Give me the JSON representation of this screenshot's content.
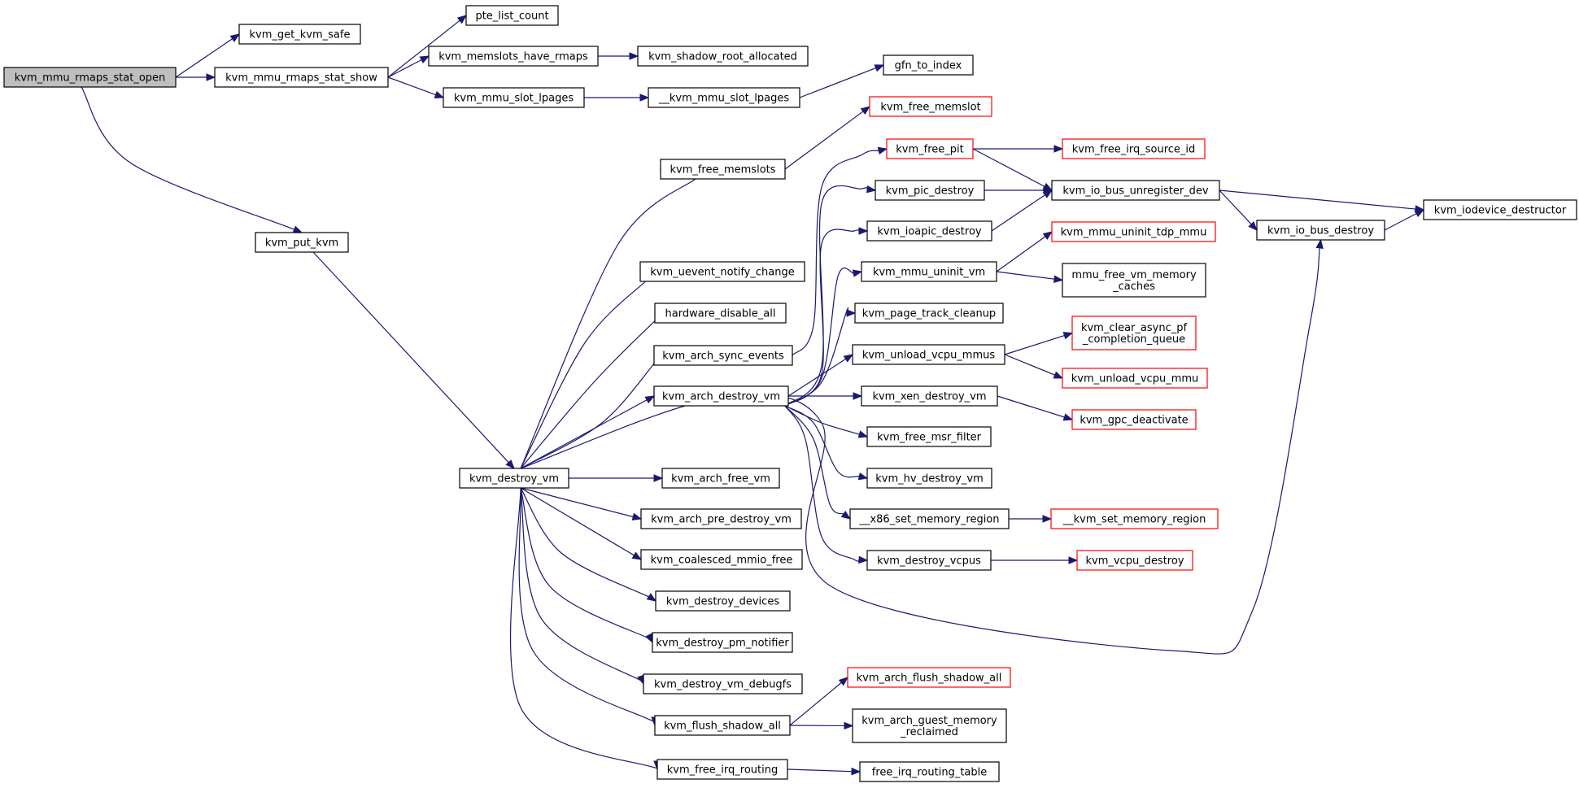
{
  "colors": {
    "edge": "#191970",
    "node_border": "#000000",
    "truncated_border": "#ff0000",
    "root_fill": "#bfbfbf"
  },
  "nodes": {
    "open": {
      "label": [
        "kvm_mmu_rmaps_stat_open"
      ],
      "style": "root"
    },
    "gks": {
      "label": [
        "kvm_get_kvm_safe"
      ]
    },
    "show": {
      "label": [
        "kvm_mmu_rmaps_stat_show"
      ]
    },
    "ptelc": {
      "label": [
        "pte_list_count"
      ]
    },
    "mhr": {
      "label": [
        "kvm_memslots_have_rmaps"
      ]
    },
    "sra": {
      "label": [
        "kvm_shadow_root_allocated"
      ]
    },
    "msl": {
      "label": [
        "kvm_mmu_slot_lpages"
      ]
    },
    "umsl": {
      "label": [
        "__kvm_mmu_slot_lpages"
      ]
    },
    "gfn": {
      "label": [
        "gfn_to_index"
      ]
    },
    "put": {
      "label": [
        "kvm_put_kvm"
      ]
    },
    "dvm": {
      "label": [
        "kvm_destroy_vm"
      ]
    },
    "fms": {
      "label": [
        "kvm_free_memslots"
      ]
    },
    "fm": {
      "label": [
        "kvm_free_memslot"
      ],
      "style": "trunc"
    },
    "une": {
      "label": [
        "kvm_uevent_notify_change"
      ]
    },
    "hda": {
      "label": [
        "hardware_disable_all"
      ]
    },
    "ase": {
      "label": [
        "kvm_arch_sync_events"
      ]
    },
    "adv": {
      "label": [
        "kvm_arch_destroy_vm"
      ]
    },
    "afv": {
      "label": [
        "kvm_arch_free_vm"
      ]
    },
    "apd": {
      "label": [
        "kvm_arch_pre_destroy_vm"
      ]
    },
    "cmf": {
      "label": [
        "kvm_coalesced_mmio_free"
      ]
    },
    "dd": {
      "label": [
        "kvm_destroy_devices"
      ]
    },
    "dpn": {
      "label": [
        "kvm_destroy_pm_notifier"
      ]
    },
    "dvd": {
      "label": [
        "kvm_destroy_vm_debugfs"
      ]
    },
    "fsa": {
      "label": [
        "kvm_flush_shadow_all"
      ]
    },
    "fir": {
      "label": [
        "kvm_free_irq_routing"
      ]
    },
    "fpit": {
      "label": [
        "kvm_free_pit"
      ],
      "style": "trunc"
    },
    "fisi": {
      "label": [
        "kvm_free_irq_source_id"
      ],
      "style": "trunc"
    },
    "picd": {
      "label": [
        "kvm_pic_destroy"
      ]
    },
    "iobud": {
      "label": [
        "kvm_io_bus_unregister_dev"
      ]
    },
    "iod": {
      "label": [
        "kvm_iodevice_destructor"
      ]
    },
    "ioad": {
      "label": [
        "kvm_ioapic_destroy"
      ]
    },
    "iobd": {
      "label": [
        "kvm_io_bus_destroy"
      ]
    },
    "mmuuv": {
      "label": [
        "kvm_mmu_uninit_vm"
      ]
    },
    "mutdp": {
      "label": [
        "kvm_mmu_uninit_tdp_mmu"
      ],
      "style": "trunc"
    },
    "mfvm": {
      "label": [
        "mmu_free_vm_memory",
        "_caches"
      ]
    },
    "ptc": {
      "label": [
        "kvm_page_track_cleanup"
      ]
    },
    "uvm": {
      "label": [
        "kvm_unload_vcpu_mmus"
      ]
    },
    "capf": {
      "label": [
        "kvm_clear_async_pf",
        "_completion_queue"
      ],
      "style": "trunc"
    },
    "uvmu": {
      "label": [
        "kvm_unload_vcpu_mmu"
      ],
      "style": "trunc"
    },
    "xdv": {
      "label": [
        "kvm_xen_destroy_vm"
      ]
    },
    "gpcd": {
      "label": [
        "kvm_gpc_deactivate"
      ],
      "style": "trunc"
    },
    "fmf": {
      "label": [
        "kvm_free_msr_filter"
      ]
    },
    "hvd": {
      "label": [
        "kvm_hv_destroy_vm"
      ]
    },
    "x86s": {
      "label": [
        "__x86_set_memory_region"
      ]
    },
    "ksmr": {
      "label": [
        "__kvm_set_memory_region"
      ],
      "style": "trunc"
    },
    "dvc": {
      "label": [
        "kvm_destroy_vcpus"
      ]
    },
    "vcd": {
      "label": [
        "kvm_vcpu_destroy"
      ],
      "style": "trunc"
    },
    "afsa": {
      "label": [
        "kvm_arch_flush_shadow_all"
      ],
      "style": "trunc"
    },
    "agmr": {
      "label": [
        "kvm_arch_guest_memory",
        "_reclaimed"
      ]
    },
    "firt": {
      "label": [
        "free_irq_routing_table"
      ]
    }
  },
  "edges": [
    [
      "open",
      "gks"
    ],
    [
      "open",
      "show"
    ],
    [
      "open",
      "put"
    ],
    [
      "show",
      "ptelc"
    ],
    [
      "show",
      "mhr"
    ],
    [
      "show",
      "msl"
    ],
    [
      "mhr",
      "sra"
    ],
    [
      "msl",
      "umsl"
    ],
    [
      "umsl",
      "gfn"
    ],
    [
      "put",
      "dvm"
    ],
    [
      "dvm",
      "fms"
    ],
    [
      "dvm",
      "une"
    ],
    [
      "dvm",
      "hda"
    ],
    [
      "dvm",
      "ase"
    ],
    [
      "dvm",
      "adv"
    ],
    [
      "dvm",
      "afv"
    ],
    [
      "dvm",
      "apd"
    ],
    [
      "dvm",
      "cmf"
    ],
    [
      "dvm",
      "dd"
    ],
    [
      "dvm",
      "dpn"
    ],
    [
      "dvm",
      "dvd"
    ],
    [
      "dvm",
      "fsa"
    ],
    [
      "dvm",
      "fir"
    ],
    [
      "dvm",
      "iobd"
    ],
    [
      "fms",
      "fm"
    ],
    [
      "ase",
      "fpit"
    ],
    [
      "fpit",
      "fisi"
    ],
    [
      "fpit",
      "iobud"
    ],
    [
      "picd",
      "iobud"
    ],
    [
      "ioad",
      "iobud"
    ],
    [
      "iobud",
      "iobd"
    ],
    [
      "iobud",
      "iod"
    ],
    [
      "iobd",
      "iod"
    ],
    [
      "adv",
      "picd"
    ],
    [
      "adv",
      "ioad"
    ],
    [
      "adv",
      "mmuuv"
    ],
    [
      "adv",
      "ptc"
    ],
    [
      "adv",
      "uvm"
    ],
    [
      "adv",
      "xdv"
    ],
    [
      "adv",
      "fmf"
    ],
    [
      "adv",
      "hvd"
    ],
    [
      "adv",
      "x86s"
    ],
    [
      "adv",
      "dvc"
    ],
    [
      "mmuuv",
      "mutdp"
    ],
    [
      "mmuuv",
      "mfvm"
    ],
    [
      "uvm",
      "capf"
    ],
    [
      "uvm",
      "uvmu"
    ],
    [
      "xdv",
      "gpcd"
    ],
    [
      "x86s",
      "ksmr"
    ],
    [
      "dvc",
      "vcd"
    ],
    [
      "fsa",
      "afsa"
    ],
    [
      "fsa",
      "agmr"
    ],
    [
      "fir",
      "firt"
    ]
  ]
}
